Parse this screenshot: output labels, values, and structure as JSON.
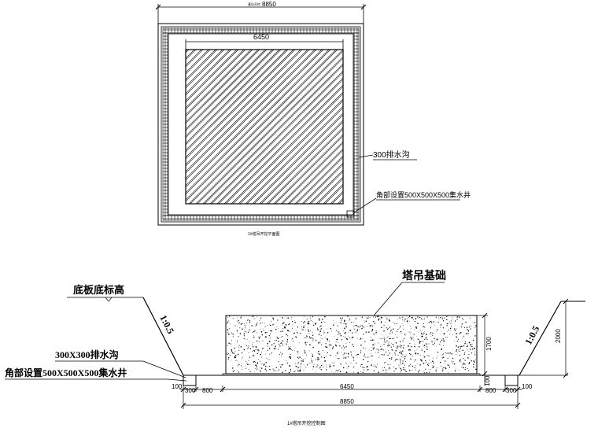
{
  "plan": {
    "outer_width_dim": "8850",
    "outer_width_prefix": "基坑开挖",
    "inner_width_dim": "6450",
    "drain_label": "300排水沟",
    "sump_label": "角部设置500X500X500集水井",
    "caption": "1#塔吊开挖平面图"
  },
  "section": {
    "foundation_label": "塔吊基础",
    "slab_elev_label": "底板底标高",
    "slope_left": "1:0.5",
    "slope_right": "1:0.5",
    "drain_label": "300X300排水沟",
    "sump_label": "角部设置500X500X500集水井",
    "dim_height_1700": "1700",
    "dim_height_2000": "2000",
    "dim_100_left": "100",
    "dim_300_left": "300",
    "dim_800_left": "800",
    "dim_6450": "6450",
    "dim_100_mid": "100",
    "dim_800_right": "800",
    "dim_300_right": "300",
    "dim_100_right": "100",
    "dim_8850": "8850",
    "caption": "1#塔吊开挖控制图"
  }
}
